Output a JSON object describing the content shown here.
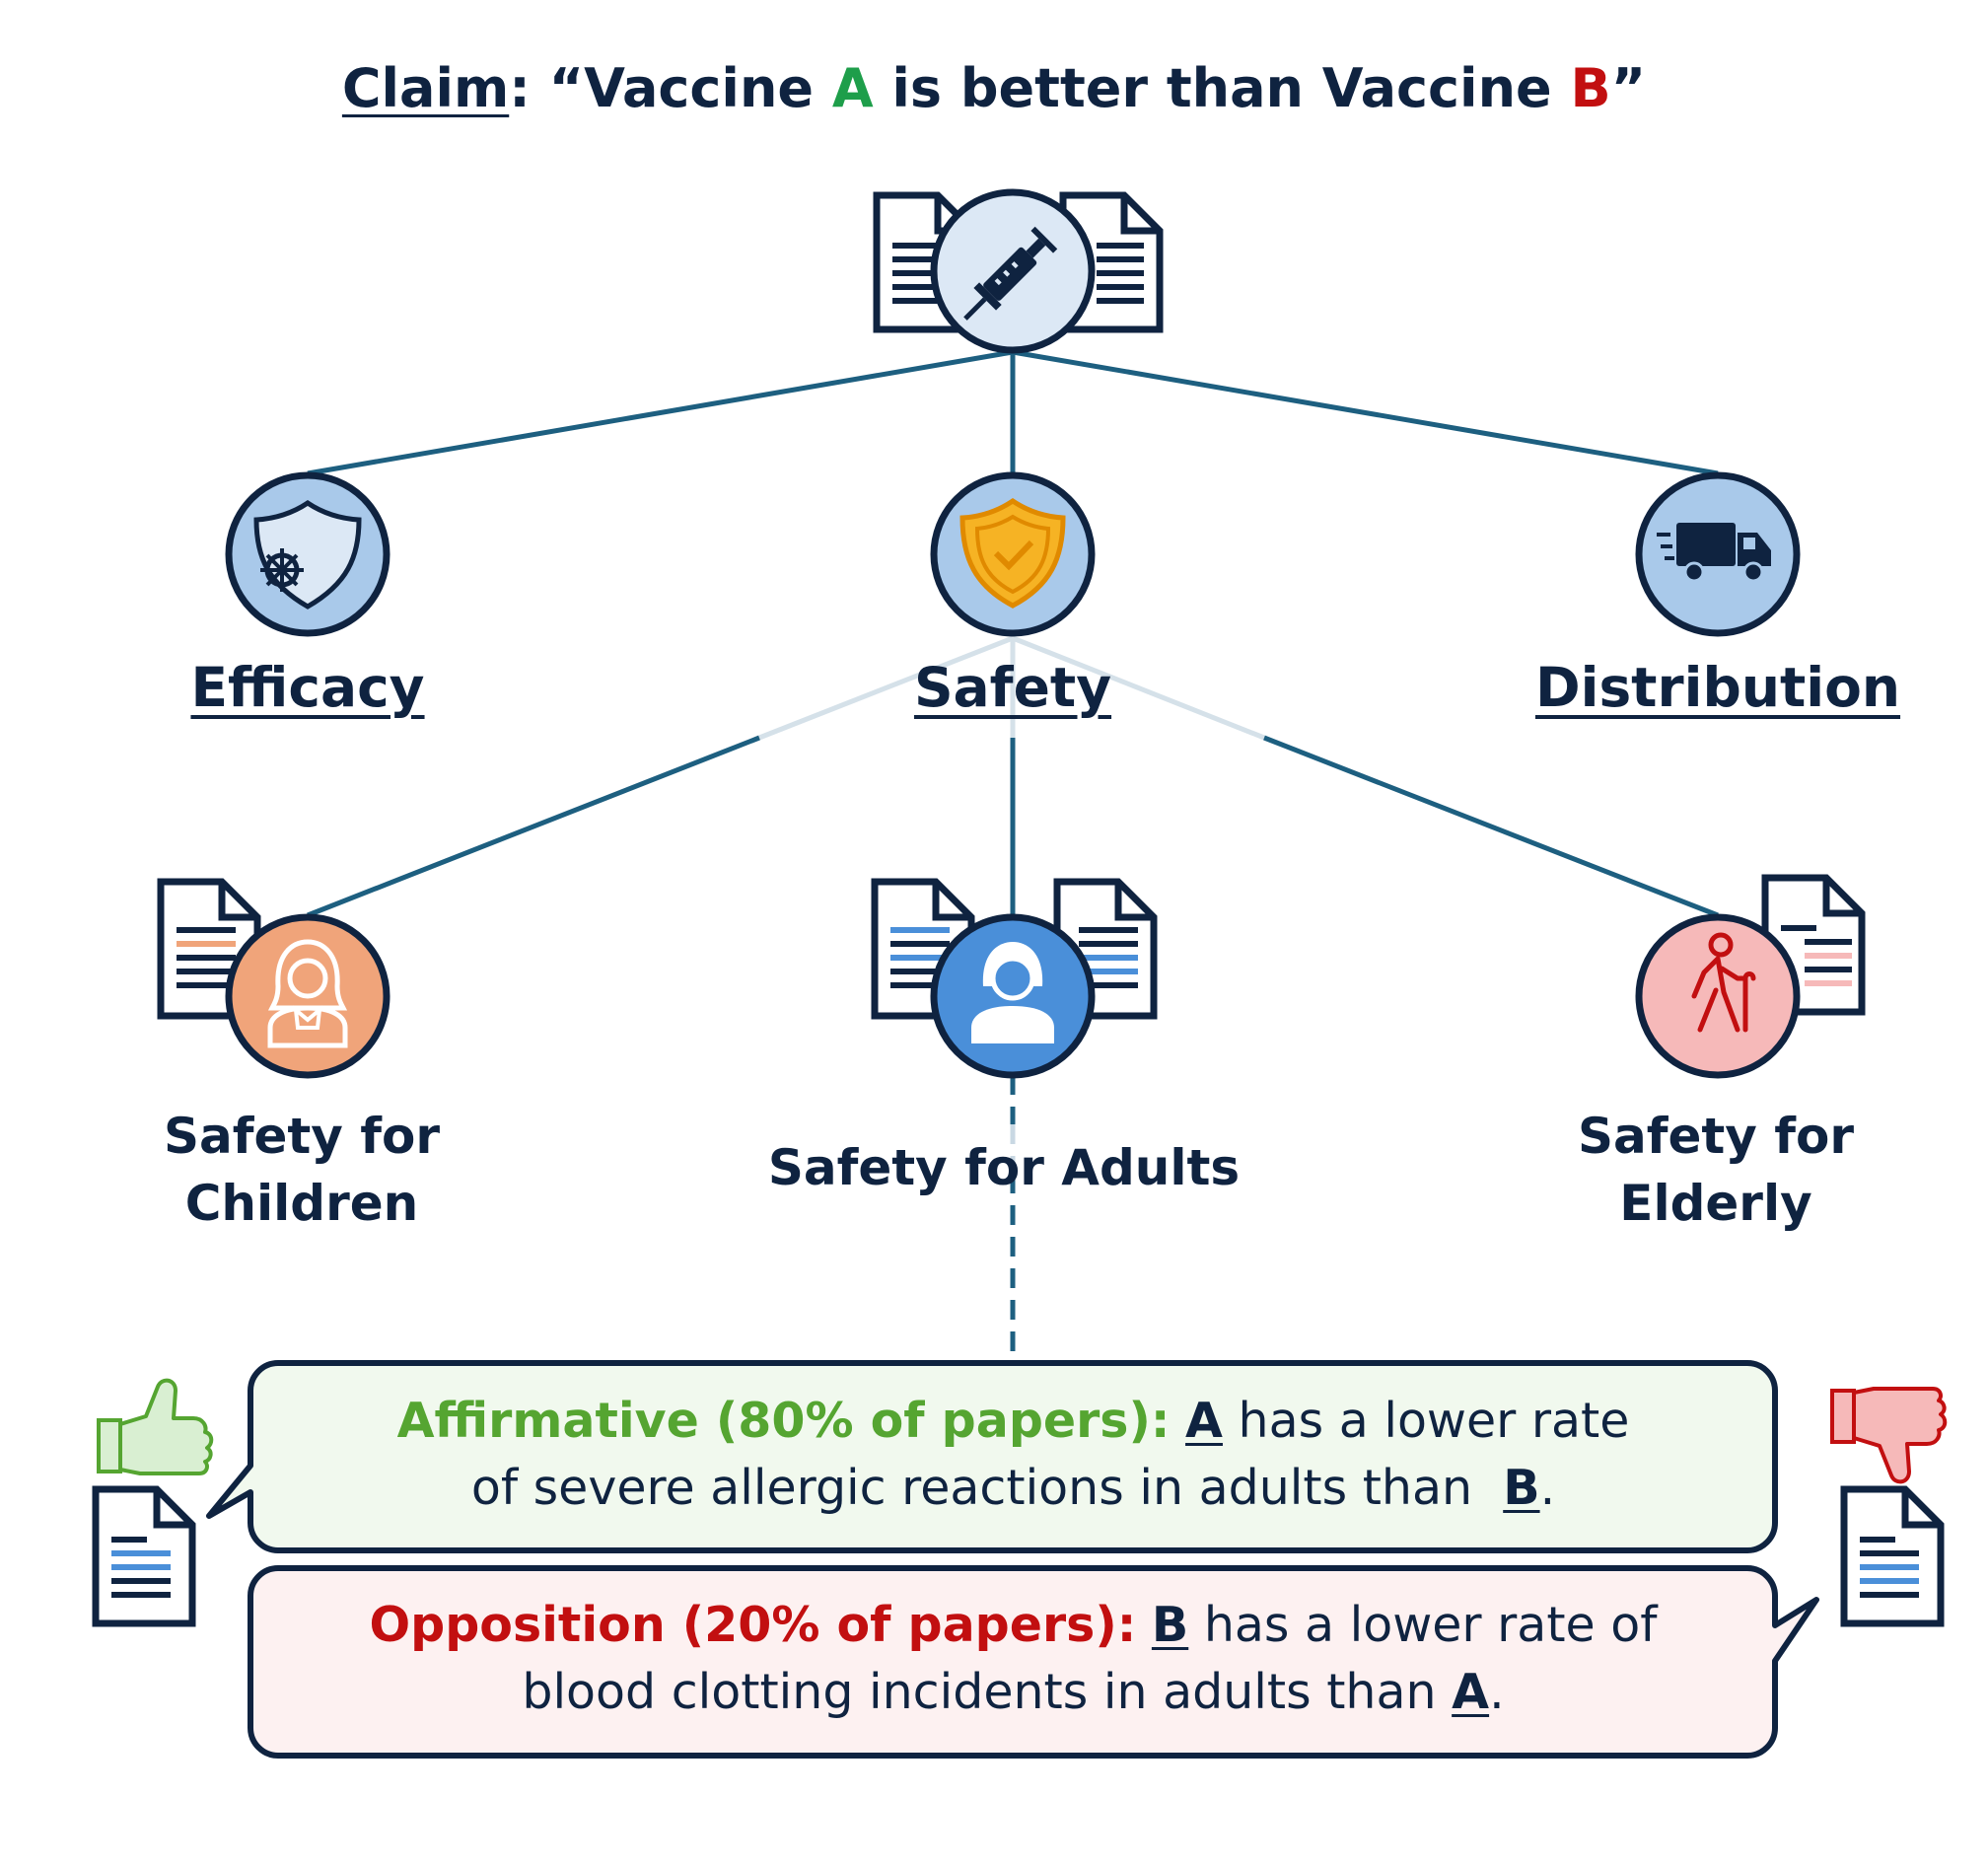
{
  "claim": {
    "prefix": "Claim",
    "colon_quote": ": “Vaccine ",
    "letter_a": "A",
    "middle": " is better than Vaccine ",
    "letter_b": "B",
    "close_quote": "”"
  },
  "root": {
    "icon": "syringe-icon"
  },
  "categories": [
    {
      "label": "Efficacy",
      "icon": "shield-virus-icon"
    },
    {
      "label": "Safety",
      "icon": "shield-check-icon"
    },
    {
      "label": "Distribution",
      "icon": "truck-icon"
    }
  ],
  "subcategories": [
    {
      "line1": "Safety for",
      "line2": "Children",
      "icon": "child-icon"
    },
    {
      "line1": "Safety for Adults",
      "line2": "",
      "icon": "adult-icon"
    },
    {
      "line1": "Safety for",
      "line2": "Elderly",
      "icon": "elderly-icon"
    }
  ],
  "affirmative": {
    "label": "Affirmative (80% of papers):",
    "letter1": "A",
    "text1": " has a lower rate",
    "text2": "of severe allergic reactions in adults than  ",
    "letter2": "B",
    "end": "."
  },
  "opposition": {
    "label": "Opposition (20% of papers):",
    "letter1": "B",
    "text1": " has a lower rate of",
    "text2": "blood clotting incidents in adults than ",
    "letter2": "A",
    "end": "."
  },
  "colors": {
    "navy": "#0f2340",
    "line": "#1d5f80",
    "line_faded": "#d5e1e9",
    "node_light": "#dce8f5",
    "node_blue": "#a9c9ea",
    "adult_blue": "#4a8fd9",
    "child_orange": "#f0a47a",
    "elderly_pink": "#f6b9b9",
    "affirmative_green": "#55a531",
    "opposition_red": "#c20f10",
    "claim_green": "#1e9e4a",
    "bubble_green_bg": "#f1f9ee",
    "bubble_red_bg": "#fdf1f1"
  }
}
